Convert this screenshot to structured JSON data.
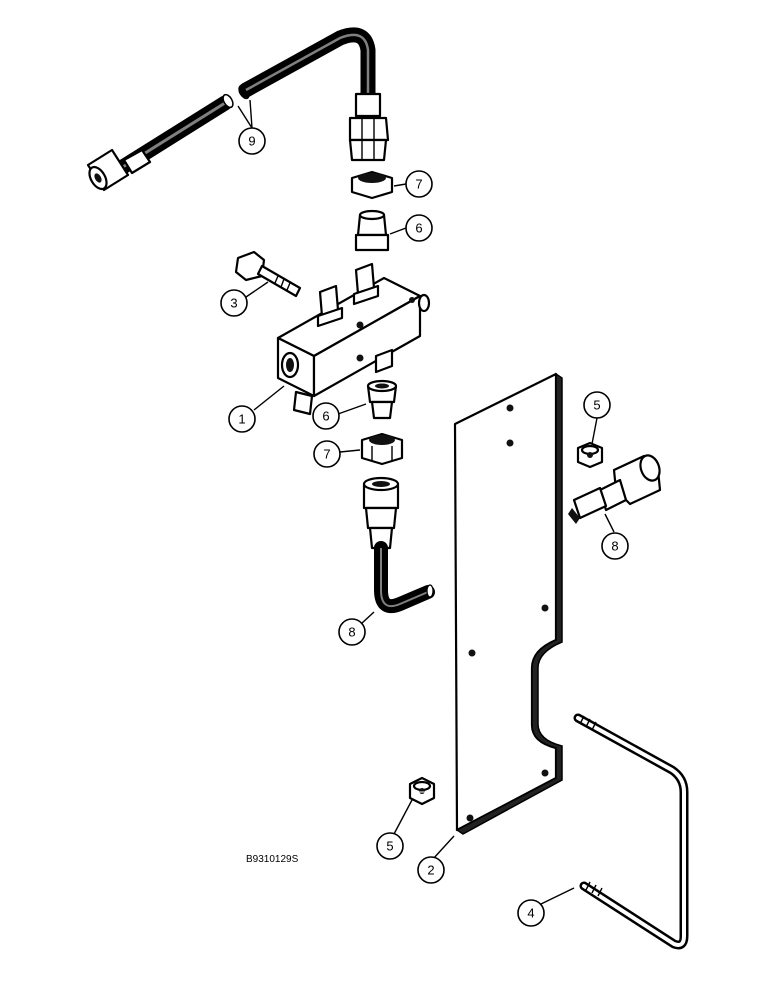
{
  "drawing_code": "B9310129S",
  "callouts": {
    "c1": "1",
    "c2": "2",
    "c3": "3",
    "c4": "4",
    "c5a": "5",
    "c5b": "5",
    "c6a": "6",
    "c6b": "6",
    "c7a": "7",
    "c7b": "7",
    "c8a": "8",
    "c8b": "8",
    "c9": "9"
  }
}
